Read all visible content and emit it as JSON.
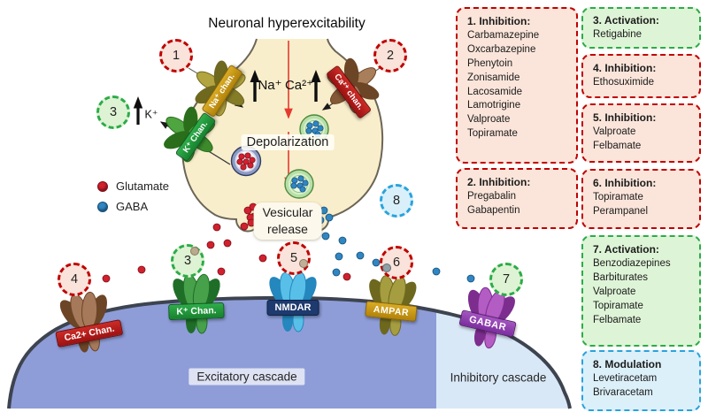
{
  "title": "Neuronal hyperexcitability",
  "labels": {
    "depolarization": "Depolarization",
    "vesicular_release_line1": "Vesicular",
    "vesicular_release_line2": "release",
    "excitatory_cascade": "Excitatory cascade",
    "inhibitory_cascade": "Inhibitory cascade"
  },
  "ions": {
    "na": "Na⁺",
    "ca": "Ca²⁺",
    "k": "K⁺"
  },
  "legend": {
    "glutamate": "Glutamate",
    "gaba": "GABA"
  },
  "channels": {
    "na_presynaptic": "Na⁺ chan.",
    "ca_presynaptic": "Ca²⁺ chan.",
    "k_presynaptic": "K⁺ Chan.",
    "ca_postsynaptic": "Ca2+ Chan.",
    "k_postsynaptic": "K⁺ Chan.",
    "nmdar": "NMDAR",
    "ampar": "AMPAR",
    "gabar": "GABAR"
  },
  "badges": {
    "b1": "1",
    "b2": "2",
    "b3": "3",
    "b4": "4",
    "b5": "5",
    "b6": "6",
    "b7": "7",
    "b8": "8"
  },
  "panels": [
    {
      "title": "1. Inhibition:",
      "type": "inhibition",
      "items": [
        "Carbamazepine",
        "Oxcarbazepine",
        "Phenytoin",
        "Zonisamide",
        "Lacosamide",
        "Lamotrigine",
        "Valproate",
        "Topiramate"
      ]
    },
    {
      "title": "2. Inhibition:",
      "type": "inhibition",
      "items": [
        "Pregabalin",
        "Gabapentin"
      ]
    },
    {
      "title": "3. Activation:",
      "type": "activation",
      "items": [
        "Retigabine"
      ]
    },
    {
      "title": "4. Inhibition:",
      "type": "inhibition",
      "items": [
        "Ethosuximide"
      ]
    },
    {
      "title": "5. Inhibition:",
      "type": "inhibition",
      "items": [
        "Valproate",
        "Felbamate"
      ]
    },
    {
      "title": "6. Inhibition:",
      "type": "inhibition",
      "items": [
        "Topiramate",
        "Perampanel"
      ]
    },
    {
      "title": "7. Activation:",
      "type": "activation",
      "items": [
        "Benzodiazepines",
        "Barbiturates",
        "Valproate",
        "Topiramate",
        "Felbamate"
      ]
    },
    {
      "title": "8. Modulation",
      "type": "modulation",
      "items": [
        "Levetiracetam",
        "Brivaracetam"
      ]
    }
  ],
  "colors": {
    "inhibition_red": "#c00000",
    "activation_green": "#2cab49",
    "modulation_blue": "#29a3dc",
    "glutamate_red": "#d1202e",
    "gaba_blue": "#2f86c2",
    "soma_fill": "#f9eecb",
    "membrane_fill": "#8e9dd8",
    "inhibitory_region_fill": "#d9e8f7"
  }
}
